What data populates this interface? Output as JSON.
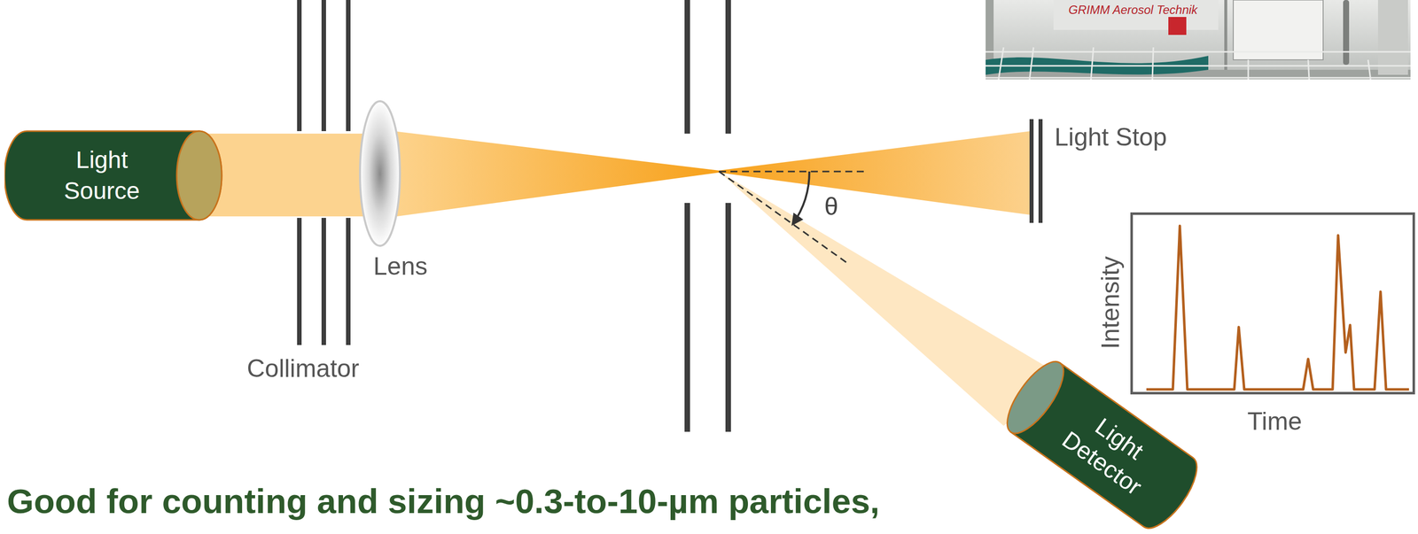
{
  "diagram": {
    "caption": "Good for counting and sizing ~0.3-to-10-µm particles,",
    "nodes": [
      {
        "text": [
          "Light Source"
        ]
      },
      {
        "text": [
          "Intensity",
          "Time"
        ]
      },
      {
        "text": [
          "Light Detector"
        ]
      }
    ],
    "labels": [
      "Collimator",
      "Lens",
      "Light Stop",
      "θ",
      "GRIMM Aerosol Technik"
    ]
  }
}
